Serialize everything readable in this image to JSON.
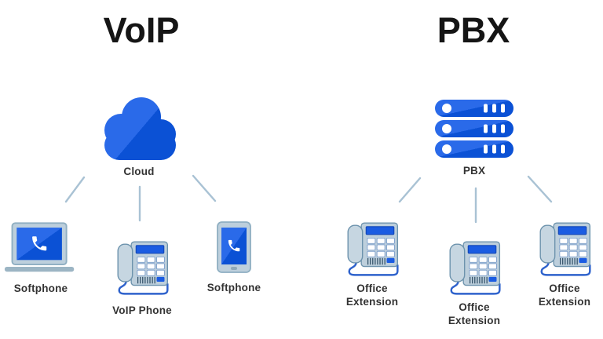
{
  "diagram": {
    "left": {
      "title": "VoIP",
      "hub": {
        "label": "Cloud",
        "icon": "cloud-icon"
      },
      "devices": [
        {
          "label": "Softphone",
          "icon": "laptop-softphone-icon"
        },
        {
          "label": "VoIP Phone",
          "icon": "desk-phone-icon"
        },
        {
          "label": "Softphone",
          "icon": "smartphone-softphone-icon"
        }
      ]
    },
    "right": {
      "title": "PBX",
      "hub": {
        "label": "PBX",
        "icon": "server-stack-icon"
      },
      "devices": [
        {
          "label": "Office Extension",
          "icon": "desk-phone-icon"
        },
        {
          "label": "Office Extension",
          "icon": "desk-phone-icon"
        },
        {
          "label": "Office Extension",
          "icon": "desk-phone-icon"
        }
      ]
    },
    "colors": {
      "icon_blue_light": "#2a6ae9",
      "icon_blue_dark": "#0b51d5",
      "device_body": "#bdcfdc",
      "device_outline": "#7fa0b5",
      "phone_outline": "#6d93ad",
      "display_blue": "#1b5ce2",
      "cord_blue": "#2e62cc",
      "connector_line": "#a9c2d4",
      "label_text": "#333333",
      "title_text": "#151515",
      "background": "#ffffff"
    }
  }
}
